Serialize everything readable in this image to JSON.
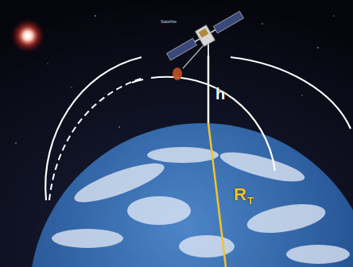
{
  "diagram": {
    "labels": [
      "Satélite",
      "h",
      "R",
      "T"
    ]
  }
}
